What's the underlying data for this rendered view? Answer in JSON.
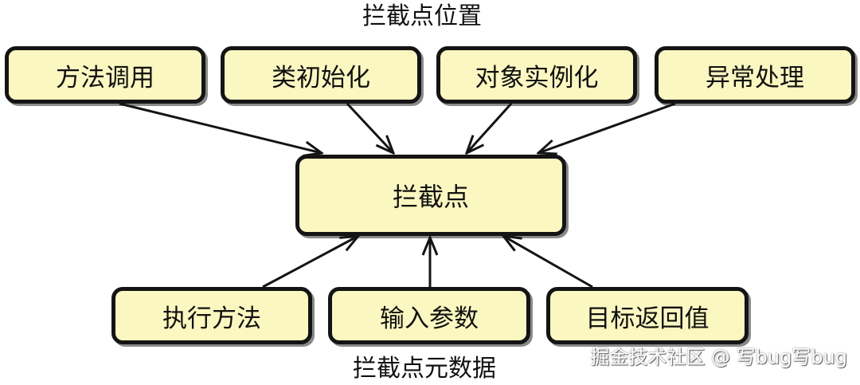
{
  "diagram": {
    "top_caption": "拦截点位置",
    "bottom_caption": "拦截点元数据",
    "center_node": {
      "label": "拦截点"
    },
    "top_nodes": [
      {
        "label": "方法调用"
      },
      {
        "label": "类初始化"
      },
      {
        "label": "对象实例化"
      },
      {
        "label": "异常处理"
      }
    ],
    "bottom_nodes": [
      {
        "label": "执行方法"
      },
      {
        "label": "输入参数"
      },
      {
        "label": "目标返回值"
      }
    ],
    "colors": {
      "node_fill": "#fbf7c0",
      "node_border": "#141414",
      "arrow": "#141414"
    }
  },
  "watermark": "掘金技术社区 @ 写bug写bug"
}
